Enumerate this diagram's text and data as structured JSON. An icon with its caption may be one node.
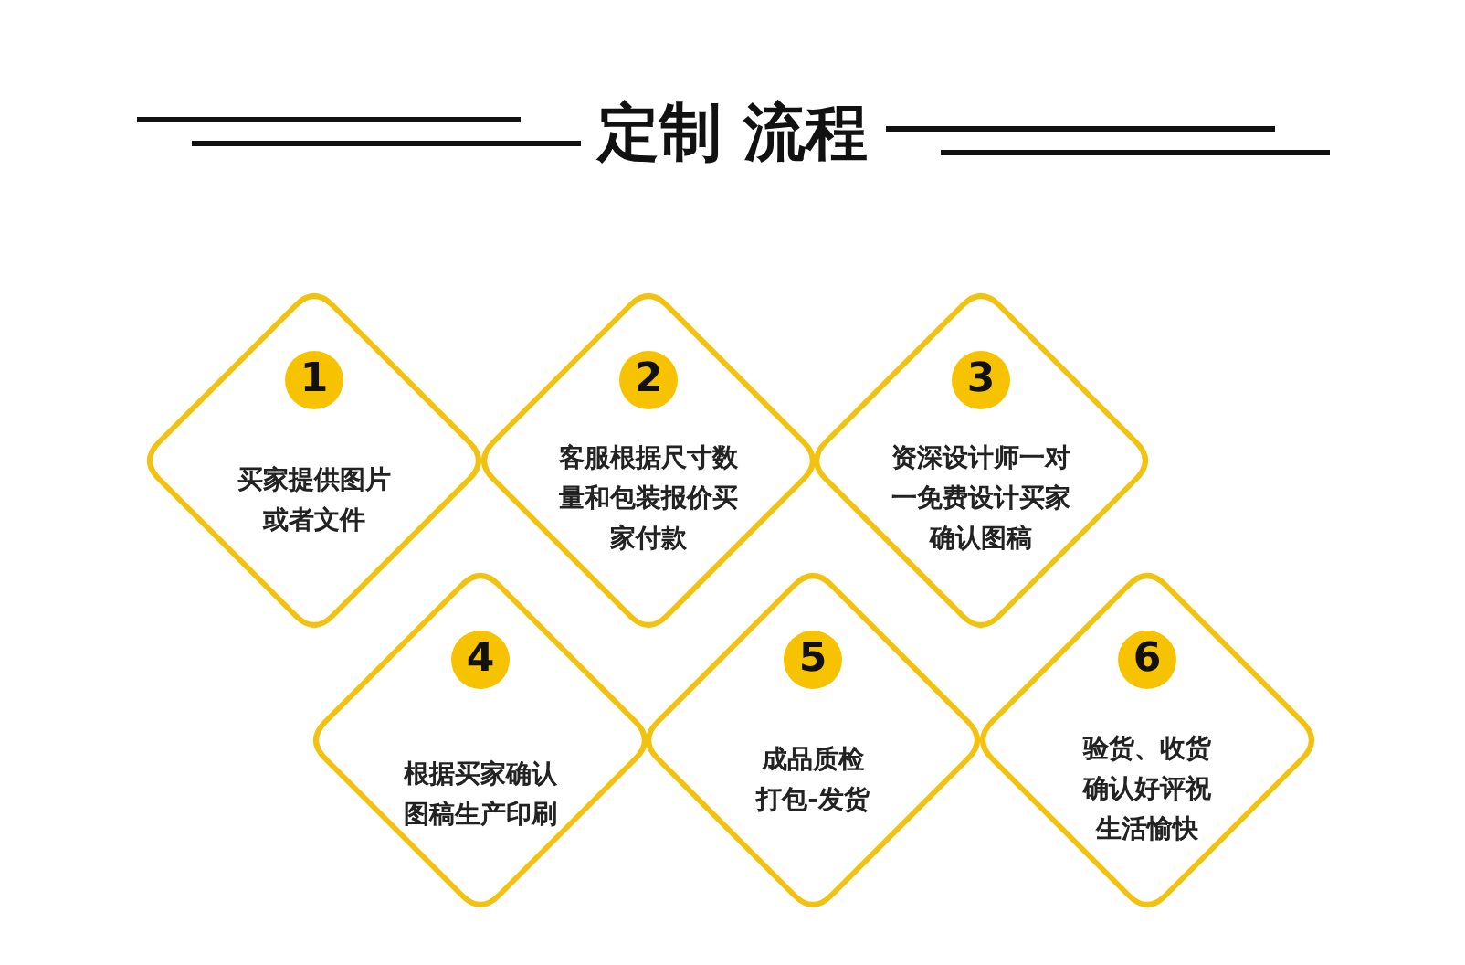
{
  "diagram": {
    "title": "定制 流程",
    "nodes": [
      {
        "text": [
          "1",
          "买家提供图片或者文件"
        ]
      },
      {
        "text": [
          "2",
          "客服根据尺寸数量和包装报价买家付款"
        ]
      },
      {
        "text": [
          "3",
          "资深设计师一对一免费设计买家确认图稿"
        ]
      },
      {
        "text": [
          "4",
          "根据买家确认图稿生产印刷"
        ]
      },
      {
        "text": [
          "5",
          "成品质检打包-发货"
        ]
      },
      {
        "text": [
          "6",
          "验货、收货确认好评祝生活愉快"
        ]
      }
    ]
  }
}
